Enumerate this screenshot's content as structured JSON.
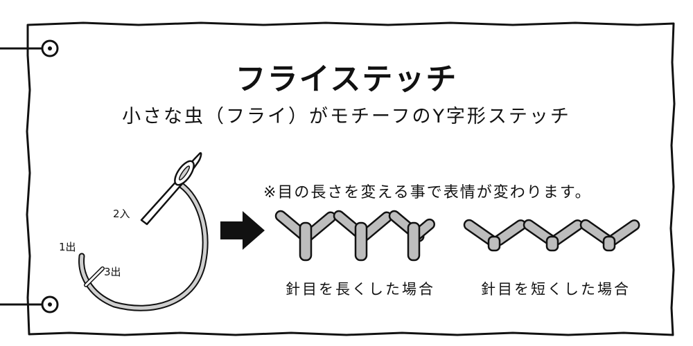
{
  "title": "フライステッチ",
  "subtitle": "小さな虫（フライ）がモチーフのY字形ステッチ",
  "note": "※目の長さを変える事で表情が変わります。",
  "needle_labels": {
    "point_2": "2入",
    "point_1": "1出",
    "point_3": "3出"
  },
  "captions": {
    "long": "針目を長くした場合",
    "short": "針目を短くした場合"
  },
  "colors": {
    "outline": "#111111",
    "stitch_fill": "#bdbdbd",
    "paper": "#ffffff"
  },
  "icons": {
    "arrow": "right-arrow-icon",
    "ring_top": "binder-ring-icon",
    "ring_bottom": "binder-ring-icon"
  }
}
